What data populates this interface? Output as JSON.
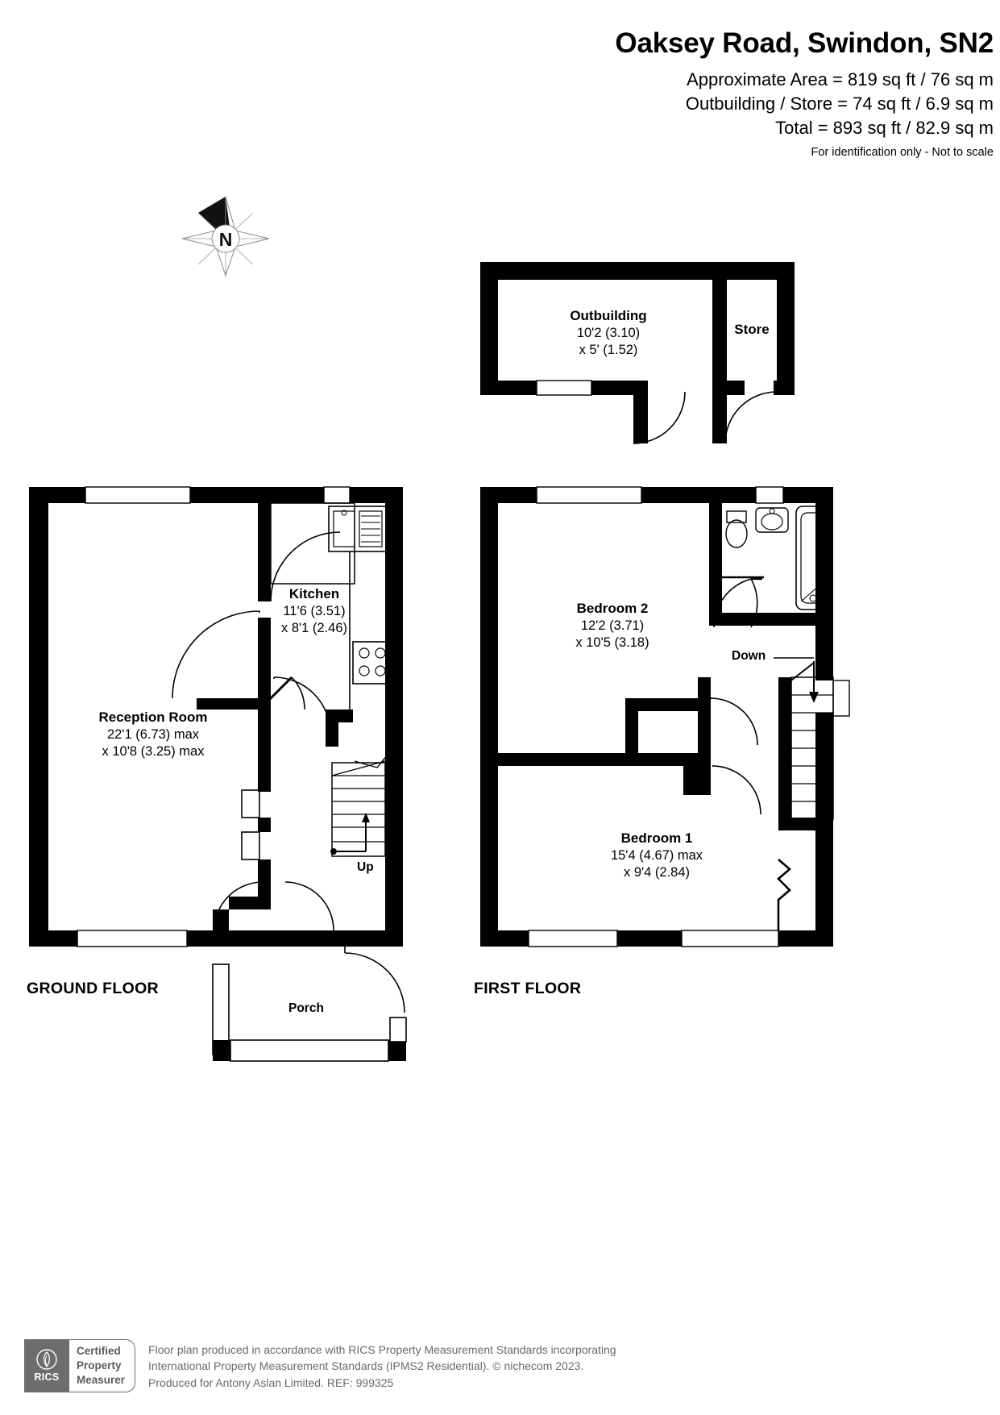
{
  "header": {
    "title": "Oaksey Road, Swindon, SN2",
    "area_line": "Approximate Area = 819 sq ft / 76 sq m",
    "outbuilding_line": "Outbuilding / Store = 74 sq ft / 6.9 sq m",
    "total_line": "Total = 893 sq ft / 82.9 sq m",
    "disclaimer": "For identification only - Not to scale"
  },
  "compass": {
    "north_label": "N"
  },
  "outbuilding_block": {
    "outbuilding": {
      "name": "Outbuilding",
      "dim1": "10'2 (3.10)",
      "dim2": "x 5' (1.52)"
    },
    "store": {
      "name": "Store"
    }
  },
  "ground_floor": {
    "title": "GROUND FLOOR",
    "rooms": [
      {
        "name": "Reception Room",
        "dim1": "22'1 (6.73) max",
        "dim2": "x 10'8 (3.25) max"
      },
      {
        "name": "Kitchen",
        "dim1": "11'6 (3.51)",
        "dim2": "x 8'1 (2.46)"
      }
    ],
    "stair_label": "Up",
    "porch_label": "Porch"
  },
  "first_floor": {
    "title": "FIRST FLOOR",
    "rooms": [
      {
        "name": "Bedroom 2",
        "dim1": "12'2 (3.71)",
        "dim2": "x 10'5 (3.18)"
      },
      {
        "name": "Bedroom 1",
        "dim1": "15'4 (4.67) max",
        "dim2": "x 9'4 (2.84)"
      }
    ],
    "stair_label": "Down"
  },
  "footer": {
    "badge": {
      "logo_text": "RICS",
      "line1": "Certified",
      "line2": "Property",
      "line3": "Measurer"
    },
    "line1": "Floor plan produced in accordance with RICS Property Measurement Standards incorporating",
    "line2": "International Property Measurement Standards (IPMS2 Residential).   © nichecom 2023.",
    "line3": "Produced for Antony Aslan Limited.   REF: 999325"
  },
  "colors": {
    "wall": "#000000",
    "background": "#ffffff",
    "footer_gray": "#6a6a6a",
    "badge_gray": "#6d6d6d"
  }
}
